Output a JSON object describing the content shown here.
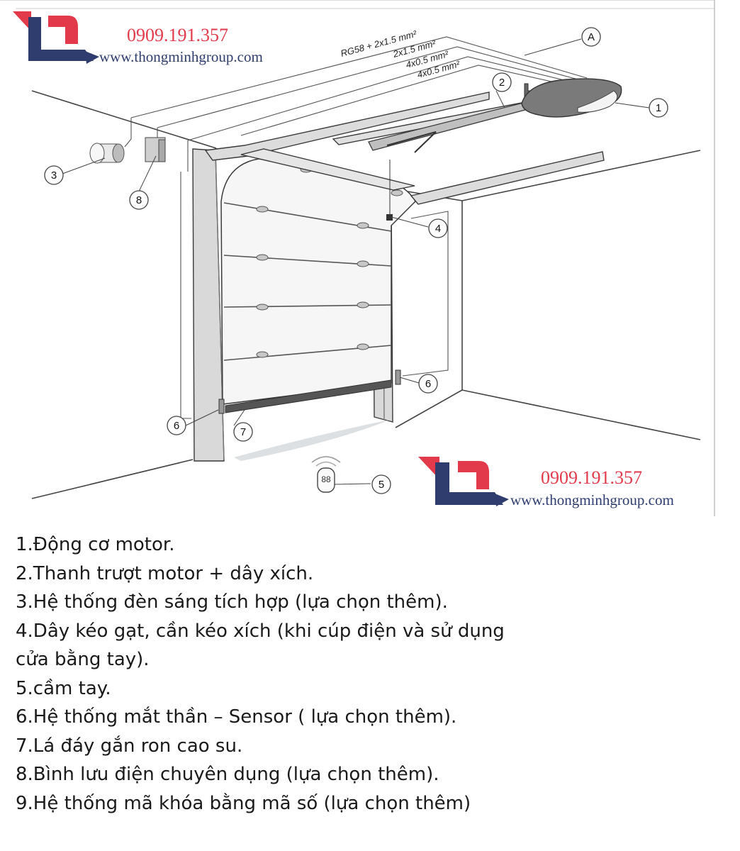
{
  "brand": {
    "phone": "0909.191.357",
    "website": "www.thongminhgroup.com",
    "phone_color": "#e23a4a",
    "website_color": "#2f3d6e",
    "logo_dark": "#2f3d6e",
    "logo_red": "#e23a4a"
  },
  "diagram": {
    "cable_labels": [
      "RG58 + 2x1.5 mm²",
      "2x1.5 mm²",
      "4x0.5 mm²",
      "4x0.5 mm²"
    ],
    "callouts": [
      "A",
      "1",
      "2",
      "3",
      "4",
      "5",
      "6",
      "6",
      "7",
      "8"
    ],
    "remote_glyph": "88"
  },
  "legend": [
    "1.Động cơ motor.",
    "2.Thanh trượt motor + dây xích.",
    "3.Hệ thống đèn sáng tích hợp (lựa chọn thêm).",
    "4.Dây kéo gạt, cần kéo xích (khi cúp điện và sử dụng",
    "cửa bằng tay).",
    "5.cầm tay.",
    "6.Hệ thống mắt thần – Sensor ( lựa chọn thêm).",
    "7.Lá đáy gắn ron cao su.",
    "8.Bình lưu điện chuyên dụng (lựa chọn thêm).",
    "9.Hệ thống mã khóa bằng mã số (lựa chọn thêm)"
  ]
}
